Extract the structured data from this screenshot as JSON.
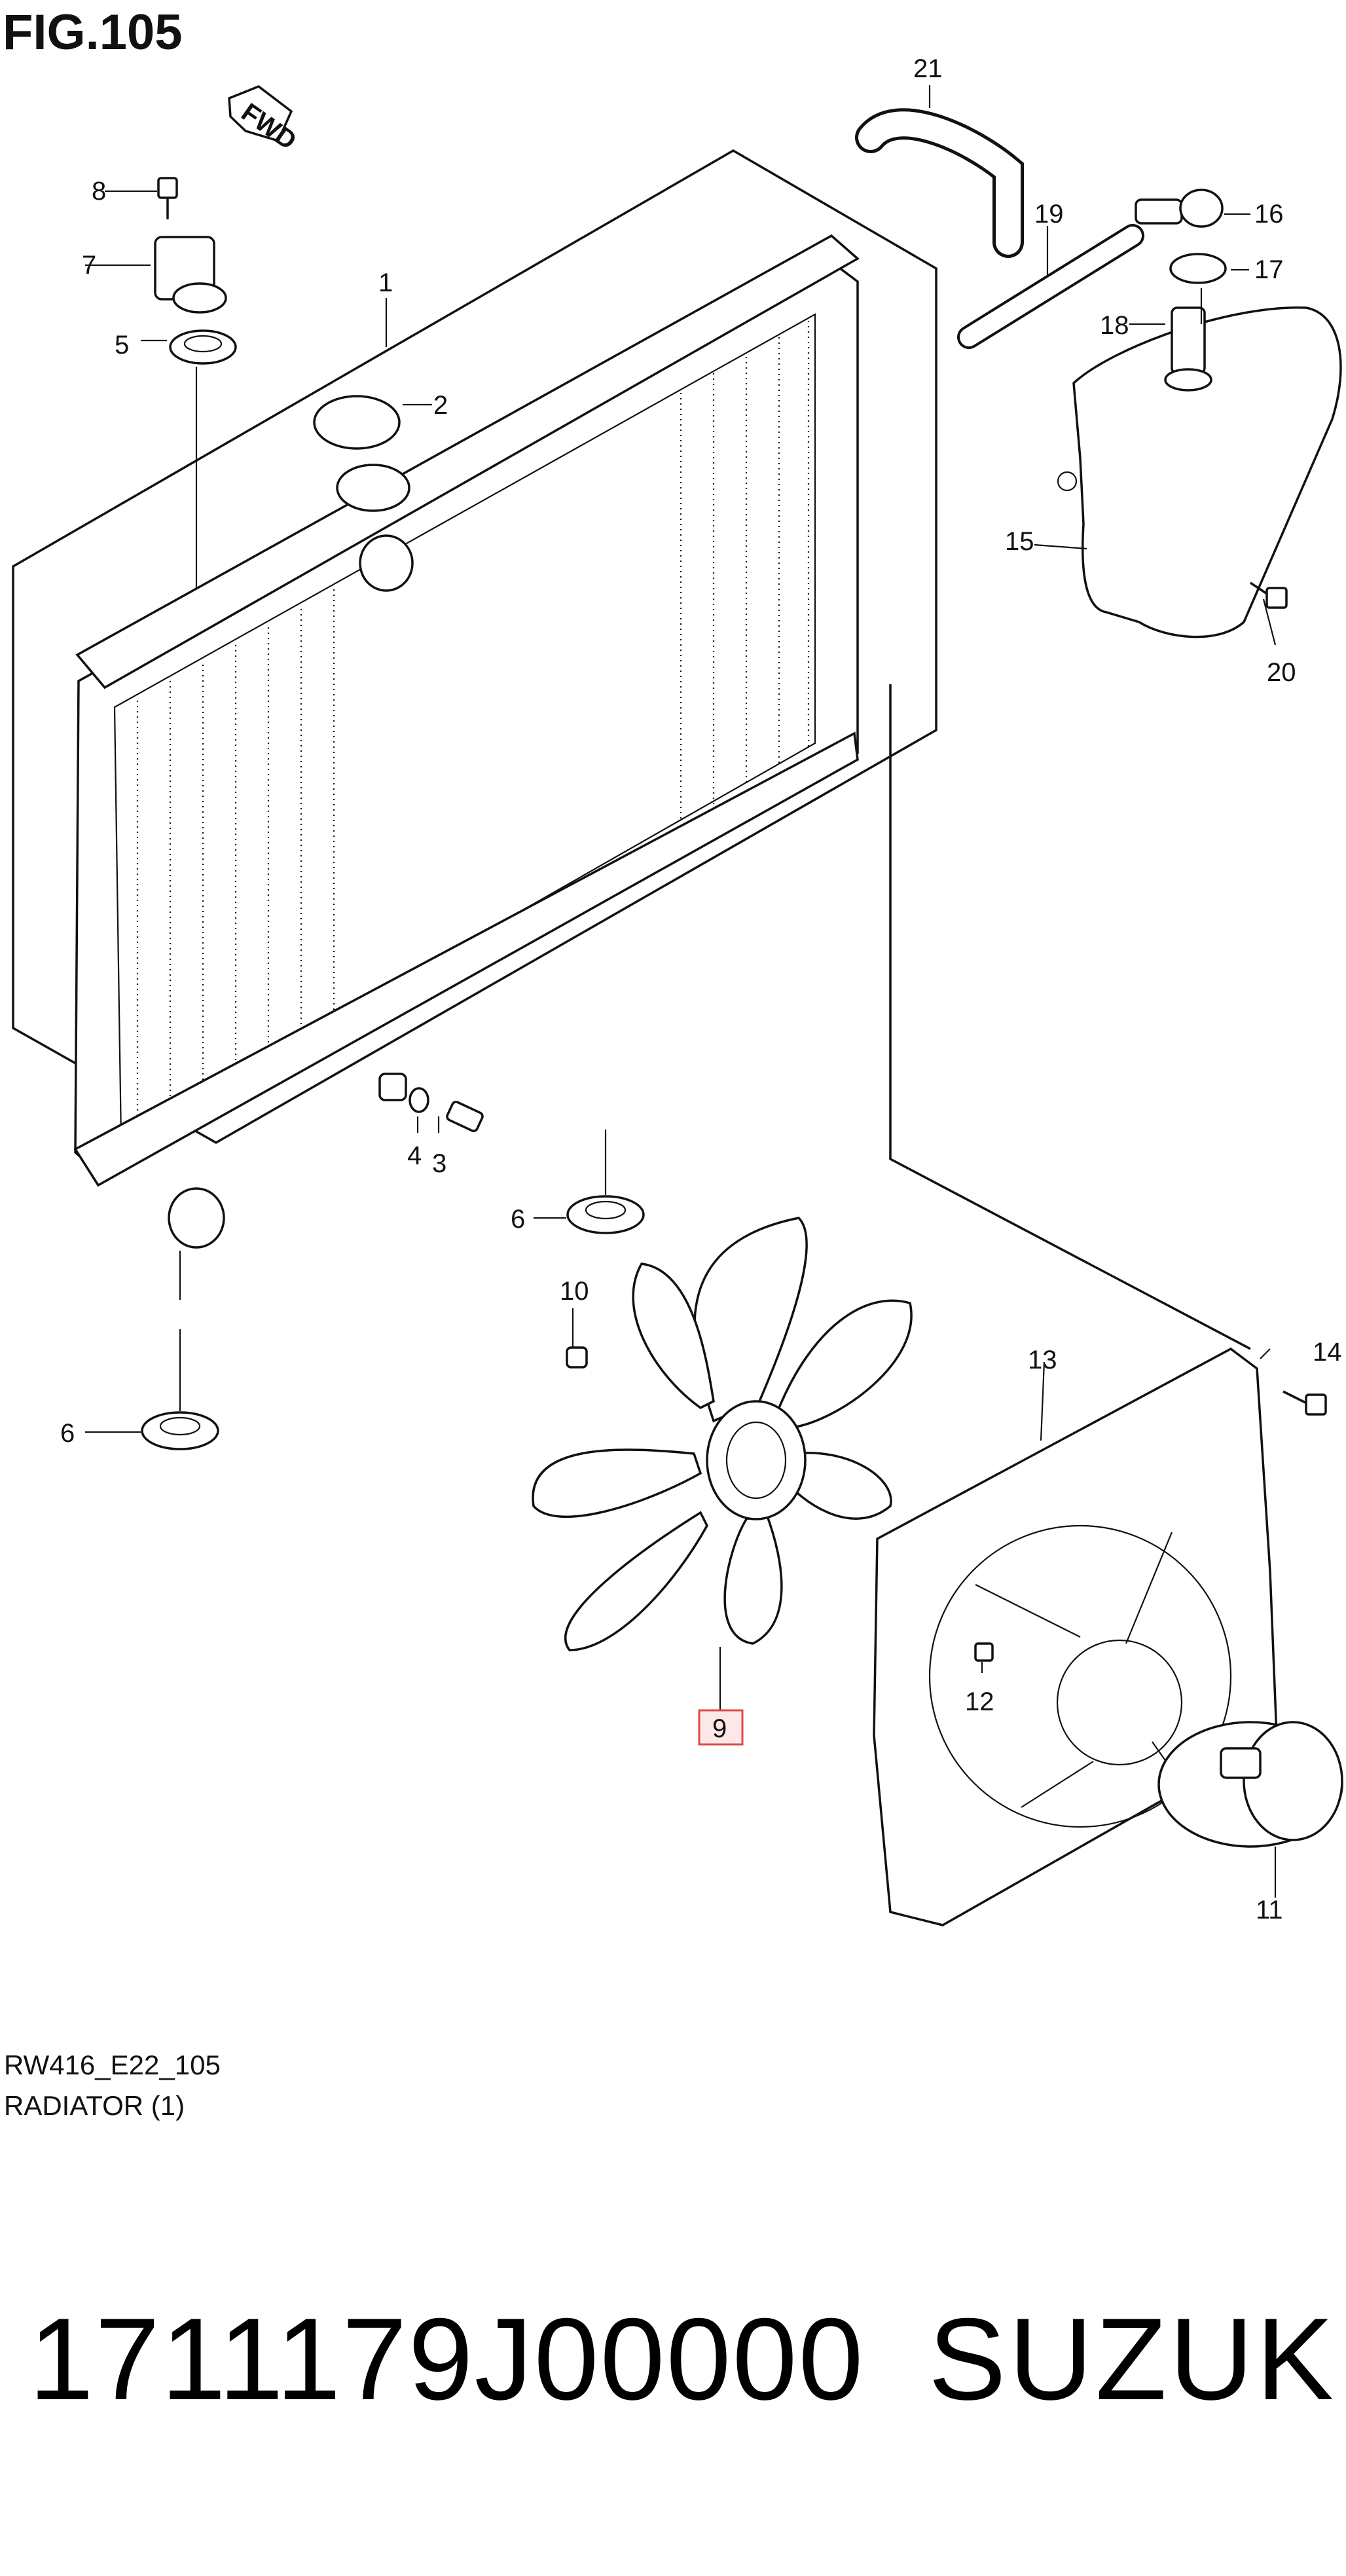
{
  "figure": {
    "title": "FIG.105",
    "fwd_label": "FWD",
    "code": "RW416_E22_105",
    "caption": "RADIATOR (1)"
  },
  "callouts": [
    {
      "id": "1",
      "text": "1"
    },
    {
      "id": "2",
      "text": "2"
    },
    {
      "id": "3",
      "text": "3"
    },
    {
      "id": "4",
      "text": "4"
    },
    {
      "id": "5",
      "text": "5"
    },
    {
      "id": "6a",
      "text": "6"
    },
    {
      "id": "6b",
      "text": "6"
    },
    {
      "id": "7",
      "text": "7"
    },
    {
      "id": "8",
      "text": "8"
    },
    {
      "id": "9",
      "text": "9",
      "highlighted": true
    },
    {
      "id": "10",
      "text": "10"
    },
    {
      "id": "11",
      "text": "11"
    },
    {
      "id": "12",
      "text": "12"
    },
    {
      "id": "13",
      "text": "13"
    },
    {
      "id": "14",
      "text": "14"
    },
    {
      "id": "15",
      "text": "15"
    },
    {
      "id": "16",
      "text": "16"
    },
    {
      "id": "17",
      "text": "17"
    },
    {
      "id": "18",
      "text": "18"
    },
    {
      "id": "19",
      "text": "19"
    },
    {
      "id": "20",
      "text": "20"
    },
    {
      "id": "21",
      "text": "21"
    }
  ],
  "part_number": "1711179J00000",
  "brand": "SUZUKI",
  "colors": {
    "line": "#111111",
    "highlight_border": "#e04a4a",
    "highlight_fill": "#fde8e8",
    "background": "#ffffff"
  }
}
